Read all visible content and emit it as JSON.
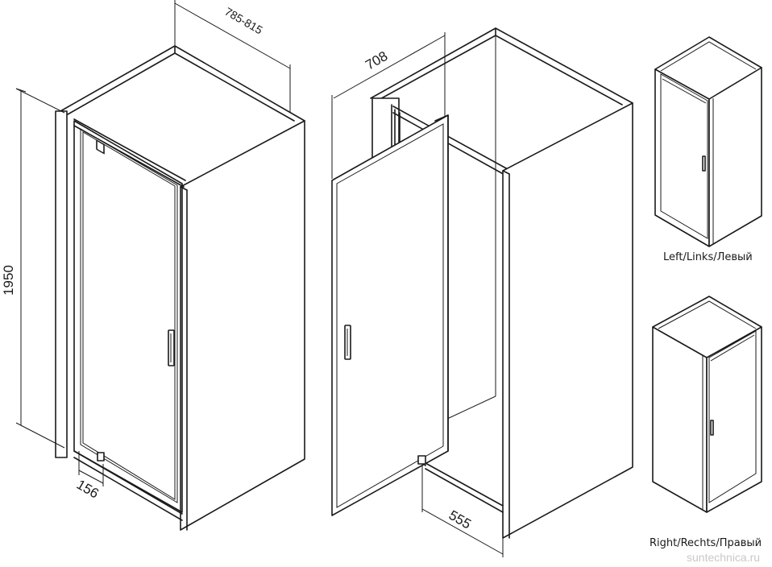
{
  "dimensions": {
    "width_range": "785-815",
    "height": "1950",
    "door_width": "708",
    "hinge_offset": "156",
    "open_depth": "555"
  },
  "captions": {
    "left_variant": "Left/Links/Левый",
    "right_variant": "Right/Rechts/Правый"
  },
  "watermark": "suntechnica.ru"
}
